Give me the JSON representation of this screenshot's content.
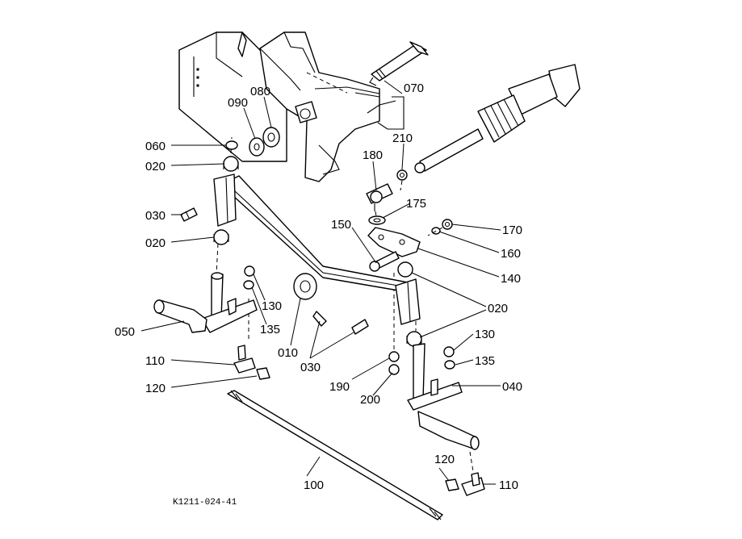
{
  "figure": {
    "code": "K1211-024-41"
  },
  "callouts": {
    "c070": "070",
    "c080": "080",
    "c090": "090",
    "c060": "060",
    "c020_top": "020",
    "c030_left": "030",
    "c020_left": "020",
    "c210": "210",
    "c180": "180",
    "c175": "175",
    "c170": "170",
    "c150": "150",
    "c160": "160",
    "c140": "140",
    "c020_right": "020",
    "c130_left": "130",
    "c135_left": "135",
    "c050": "050",
    "c010": "010",
    "c030_mid": "030",
    "c110_left": "110",
    "c120_left": "120",
    "c190": "190",
    "c200": "200",
    "c130_right": "130",
    "c135_right": "135",
    "c040": "040",
    "c100": "100",
    "c120_right": "120",
    "c110_right": "110"
  }
}
